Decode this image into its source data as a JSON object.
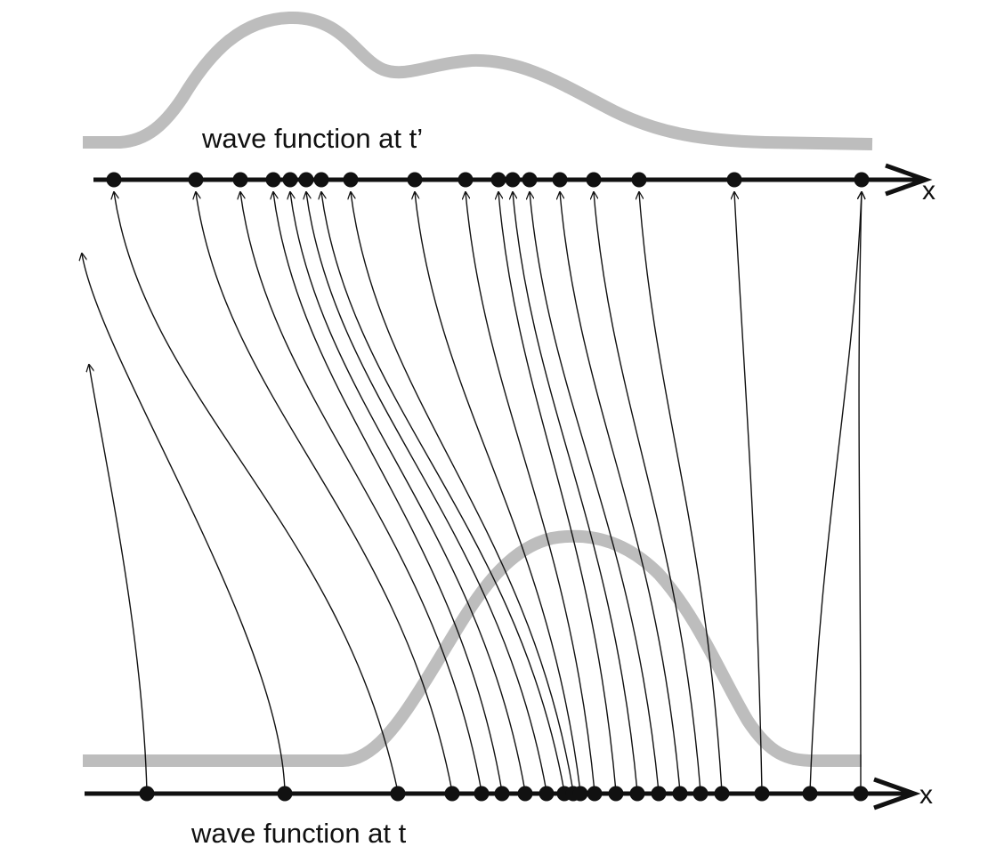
{
  "diagram": {
    "top_label": "wave function at t’",
    "bottom_label": "wave function at t",
    "top_axis_label": "x",
    "bottom_axis_label": "x"
  },
  "colors": {
    "ink": "#111111",
    "wave": "#bdbdbd"
  },
  "icons": {
    "axis_arrow": "open-arrowhead",
    "particle": "filled-dot"
  }
}
